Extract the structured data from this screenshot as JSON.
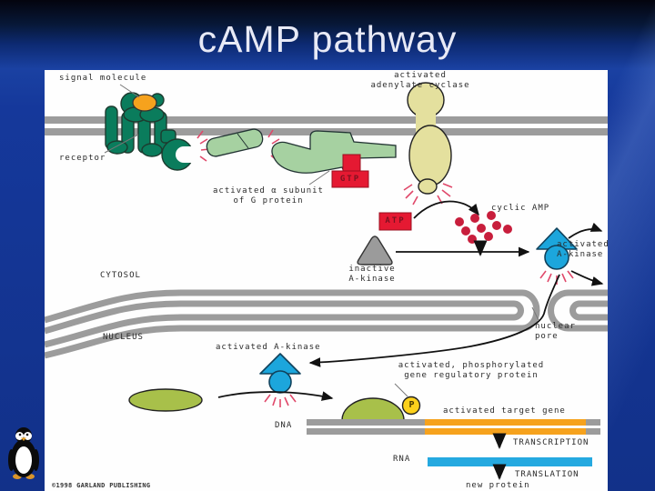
{
  "slide": {
    "title": "cAMP pathway"
  },
  "diagram": {
    "labels": {
      "signal_molecule": "signal molecule",
      "receptor": "receptor",
      "adenylate_1": "activated",
      "adenylate_2": "adenylate cyclase",
      "g_alpha_1": "activated α subunit",
      "g_alpha_2": "of G protein",
      "gtp": "GTP",
      "atp": "ATP",
      "cyclic_amp": "cyclic AMP",
      "inactive_1": "inactive",
      "inactive_2": "A-kinase",
      "akinase_active_1": "activated",
      "akinase_active_2": "A-kinase",
      "cytosol": "CYTOSOL",
      "nucleus": "NUCLEUS",
      "pore_1": "nuclear",
      "pore_2": "pore",
      "akinase_nuclear": "activated A-kinase",
      "phospho_1": "activated, phosphorylated",
      "phospho_2": "gene regulatory protein",
      "phosphate": "P",
      "dna": "DNA",
      "target_gene": "activated target gene",
      "transcription": "TRANSCRIPTION",
      "rna": "RNA",
      "translation": "TRANSLATION",
      "new_protein": "new protein",
      "copyright": "©1998 GARLAND PUBLISHING"
    },
    "colors": {
      "background_blue": "#15389b",
      "title_text": "#e8eaf6",
      "panel": "#fefefe",
      "membrane_gray": "#9c9c9c",
      "receptor_green": "#0a7c5c",
      "signal_orange": "#f6a21d",
      "g_alpha_green": "#a6d1a1",
      "adenylate_khaki": "#e4e09e",
      "nucleotide_box_red": "#e51932",
      "nucleotide_text_red": "#7c1220",
      "camp_dot_red": "#c81e3c",
      "activation_rays": "#e0486a",
      "kinase_blue": "#1ca6dc",
      "inactive_kinase_gray": "#9b9b9b",
      "regulatory_protein_green": "#a8c04a",
      "phosphate_yellow": "#fcd11c",
      "target_gene_orange": "#f6a21d",
      "rna_cyan": "#25a9e0",
      "label_text": "#2b2b2b"
    }
  }
}
